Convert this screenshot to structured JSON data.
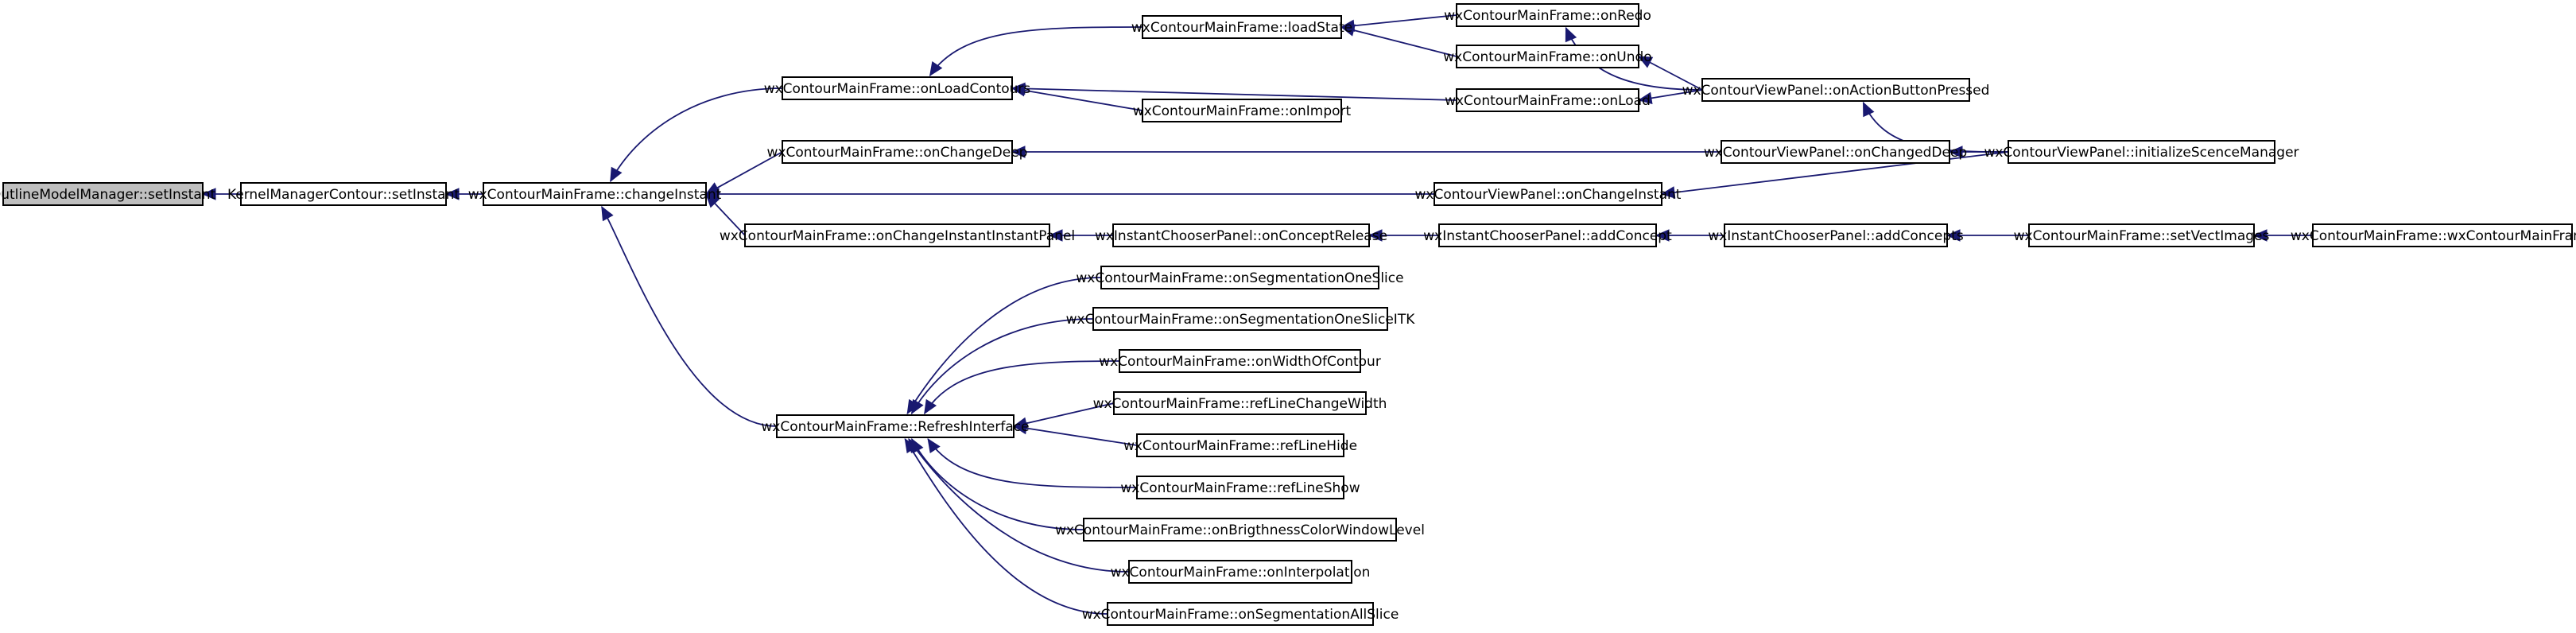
{
  "diagram": {
    "type": "caller-graph",
    "colors": {
      "edge": "#191970",
      "root_fill": "#bfbfbf",
      "node_fill": "#ffffff",
      "node_border": "#000000"
    },
    "nodes": [
      {
        "id": "n0",
        "label": "OutlineModelManager::setInstant",
        "root": true
      },
      {
        "id": "n1",
        "label": "KernelManagerContour::setInstant"
      },
      {
        "id": "n2",
        "label": "wxContourMainFrame::changeInstant"
      },
      {
        "id": "n3",
        "label": "wxContourMainFrame::onLoadContours"
      },
      {
        "id": "n4",
        "label": "wxContourMainFrame::onChangeDeep"
      },
      {
        "id": "n5",
        "label": "wxContourViewPanel::onChangeInstant"
      },
      {
        "id": "n6",
        "label": "wxContourMainFrame::onChangeInstantInstantPanel"
      },
      {
        "id": "n7",
        "label": "wxContourMainFrame::RefreshInterface"
      },
      {
        "id": "n8",
        "label": "wxContourMainFrame::loadState"
      },
      {
        "id": "n9",
        "label": "wxContourMainFrame::onImport"
      },
      {
        "id": "n10",
        "label": "wxContourMainFrame::onLoad"
      },
      {
        "id": "n11",
        "label": "wxContourMainFrame::onRedo"
      },
      {
        "id": "n12",
        "label": "wxContourMainFrame::onUndo"
      },
      {
        "id": "n13",
        "label": "wxContourViewPanel::onActionButtonPressed"
      },
      {
        "id": "n14",
        "label": "wxContourViewPanel::initializeScenceManager"
      },
      {
        "id": "n15",
        "label": "wxContourViewPanel::onChangedDeep"
      },
      {
        "id": "n16",
        "label": "wxInstantChooserPanel::onConceptRelease"
      },
      {
        "id": "n17",
        "label": "wxInstantChooserPanel::addConcept"
      },
      {
        "id": "n18",
        "label": "wxInstantChooserPanel::addConcepts"
      },
      {
        "id": "n19",
        "label": "wxContourMainFrame::setVectImages"
      },
      {
        "id": "n20",
        "label": "wxContourMainFrame::wxContourMainFrame"
      },
      {
        "id": "n21",
        "label": "wxContourMainFrame::onSegmentationOneSlice"
      },
      {
        "id": "n22",
        "label": "wxContourMainFrame::onSegmentationOneSliceITK"
      },
      {
        "id": "n23",
        "label": "wxContourMainFrame::onWidthOfContour"
      },
      {
        "id": "n24",
        "label": "wxContourMainFrame::refLineChangeWidth"
      },
      {
        "id": "n25",
        "label": "wxContourMainFrame::refLineHide"
      },
      {
        "id": "n26",
        "label": "wxContourMainFrame::refLineShow"
      },
      {
        "id": "n27",
        "label": "wxContourMainFrame::onBrigthnessColorWindowLevel"
      },
      {
        "id": "n28",
        "label": "wxContourMainFrame::onInterpolation"
      },
      {
        "id": "n29",
        "label": "wxContourMainFrame::onSegmentationAllSlice"
      }
    ],
    "edges": [
      {
        "from": "n1",
        "to": "n0"
      },
      {
        "from": "n2",
        "to": "n1"
      },
      {
        "from": "n3",
        "to": "n2"
      },
      {
        "from": "n4",
        "to": "n2"
      },
      {
        "from": "n5",
        "to": "n2"
      },
      {
        "from": "n6",
        "to": "n2"
      },
      {
        "from": "n7",
        "to": "n2"
      },
      {
        "from": "n8",
        "to": "n3"
      },
      {
        "from": "n9",
        "to": "n3"
      },
      {
        "from": "n10",
        "to": "n3"
      },
      {
        "from": "n11",
        "to": "n8"
      },
      {
        "from": "n12",
        "to": "n8"
      },
      {
        "from": "n13",
        "to": "n11"
      },
      {
        "from": "n13",
        "to": "n12"
      },
      {
        "from": "n13",
        "to": "n10"
      },
      {
        "from": "n14",
        "to": "n13"
      },
      {
        "from": "n15",
        "to": "n4"
      },
      {
        "from": "n14",
        "to": "n15"
      },
      {
        "from": "n14",
        "to": "n5"
      },
      {
        "from": "n16",
        "to": "n6"
      },
      {
        "from": "n17",
        "to": "n16"
      },
      {
        "from": "n18",
        "to": "n17"
      },
      {
        "from": "n19",
        "to": "n18"
      },
      {
        "from": "n20",
        "to": "n19"
      },
      {
        "from": "n21",
        "to": "n7"
      },
      {
        "from": "n22",
        "to": "n7"
      },
      {
        "from": "n23",
        "to": "n7"
      },
      {
        "from": "n24",
        "to": "n7"
      },
      {
        "from": "n25",
        "to": "n7"
      },
      {
        "from": "n26",
        "to": "n7"
      },
      {
        "from": "n27",
        "to": "n7"
      },
      {
        "from": "n28",
        "to": "n7"
      },
      {
        "from": "n29",
        "to": "n7"
      }
    ]
  }
}
